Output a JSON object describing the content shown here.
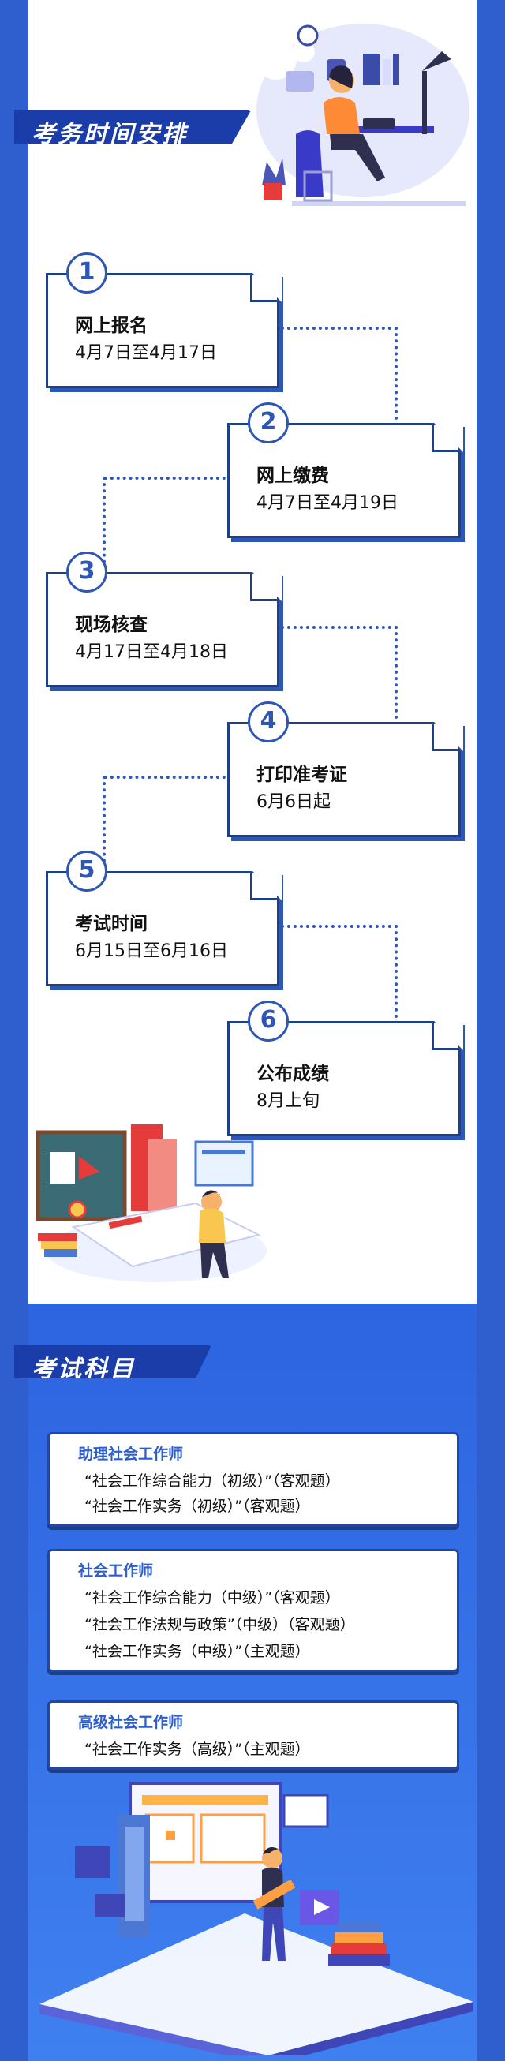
{
  "sections": {
    "schedule_title": "考务时间安排",
    "subjects_title": "考试科目"
  },
  "steps": [
    {
      "num": "1",
      "title": "网上报名",
      "date": "4月7日至4月17日"
    },
    {
      "num": "2",
      "title": "网上缴费",
      "date": "4月7日至4月19日"
    },
    {
      "num": "3",
      "title": "现场核查",
      "date": "4月17日至4月18日"
    },
    {
      "num": "4",
      "title": "打印准考证",
      "date": "6月6日起"
    },
    {
      "num": "5",
      "title": "考试时间",
      "date": "6月15日至6月16日"
    },
    {
      "num": "6",
      "title": "公布成绩",
      "date": "8月上旬"
    }
  ],
  "subjects": [
    {
      "level": "助理社会工作师",
      "items": [
        "“社会工作综合能力（初级）”（客观题）",
        "“社会工作实务（初级）”（客观题）"
      ]
    },
    {
      "level": "社会工作师",
      "items": [
        "“社会工作综合能力（中级）”（客观题）",
        "“社会工作法规与政策”（中级）（客观题）",
        "“社会工作实务（中级）”（主观题）"
      ]
    },
    {
      "level": "高级社会工作师",
      "items": [
        "“社会工作实务（高级）”（主观题）"
      ]
    }
  ],
  "colors": {
    "primary": "#2f5fcf",
    "dark": "#1a3da9",
    "accent": "#2d5ed1"
  }
}
